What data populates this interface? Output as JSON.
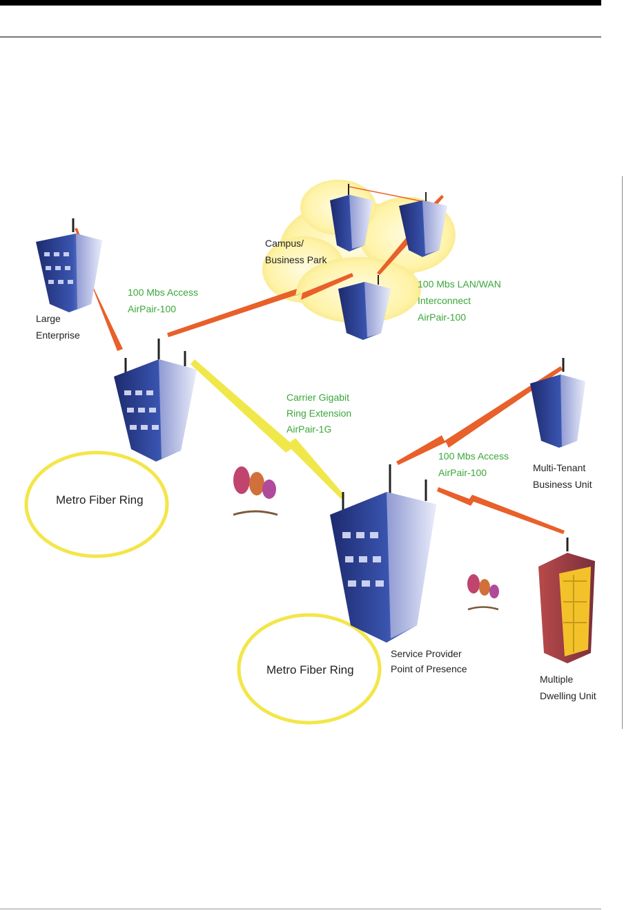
{
  "nodes": {
    "large_enterprise": [
      "Large",
      "Enterprise"
    ],
    "campus": [
      "Campus/",
      "Business Park"
    ],
    "multi_tenant": [
      "Multi-Tenant",
      "Business Unit"
    ],
    "service_provider": [
      "Service Provider",
      "Point of Presence"
    ],
    "multiple_dwelling": [
      "Multiple",
      "Dwelling Unit"
    ]
  },
  "links": {
    "access_left": [
      "100 Mbs Access",
      "AirPair-100"
    ],
    "lan_wan": [
      "100 Mbs LAN/WAN",
      "Interconnect",
      "AirPair-100"
    ],
    "gigabit": [
      "Carrier Gigabit",
      "Ring Extension",
      "AirPair-1G"
    ],
    "access_right": [
      "100 Mbs Access",
      "AirPair-100"
    ]
  },
  "rings": {
    "left": "Metro Fiber Ring",
    "right": "Metro Fiber Ring"
  },
  "colors": {
    "link_green": "#3aa63a",
    "wireless_orange": "#e8602a",
    "gigabit_yellow": "#f0e84a",
    "ring_yellow": "#f3e64a",
    "building_blue": "#2b3f8e"
  }
}
